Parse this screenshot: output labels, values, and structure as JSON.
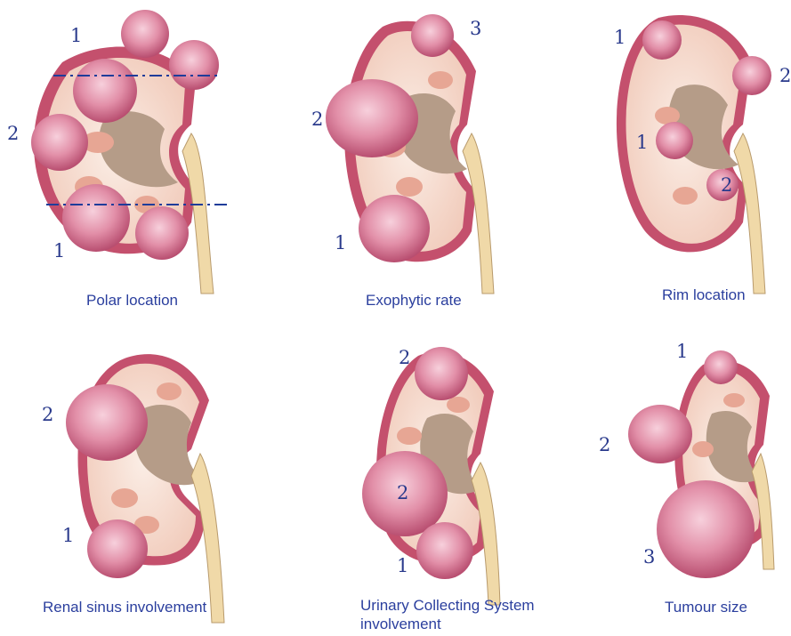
{
  "panels": [
    {
      "caption": "Polar location",
      "labels": [
        "1",
        "2",
        "1"
      ]
    },
    {
      "caption": "Exophytic rate",
      "labels": [
        "3",
        "2",
        "1"
      ]
    },
    {
      "caption": "Rim location",
      "labels": [
        "1",
        "2",
        "1",
        "2"
      ]
    },
    {
      "caption": "Renal sinus involvement",
      "labels": [
        "2",
        "1"
      ]
    },
    {
      "caption": "Urinary Collecting System\ninvolvement",
      "labels": [
        "2",
        "2",
        "1"
      ]
    },
    {
      "caption": "Tumour size",
      "labels": [
        "1",
        "2",
        "3"
      ]
    }
  ],
  "colors": {
    "text": "#2b3f9e",
    "tumour": "#e28fa8",
    "tumour_dark": "#b84e70",
    "kidney_rim": "#c4506d",
    "cortex": "#f6dccf",
    "medulla": "#e7a694",
    "sinus": "#b59c88",
    "ureter": "#f0d9a8",
    "cut_line": "#1f3c9a"
  }
}
